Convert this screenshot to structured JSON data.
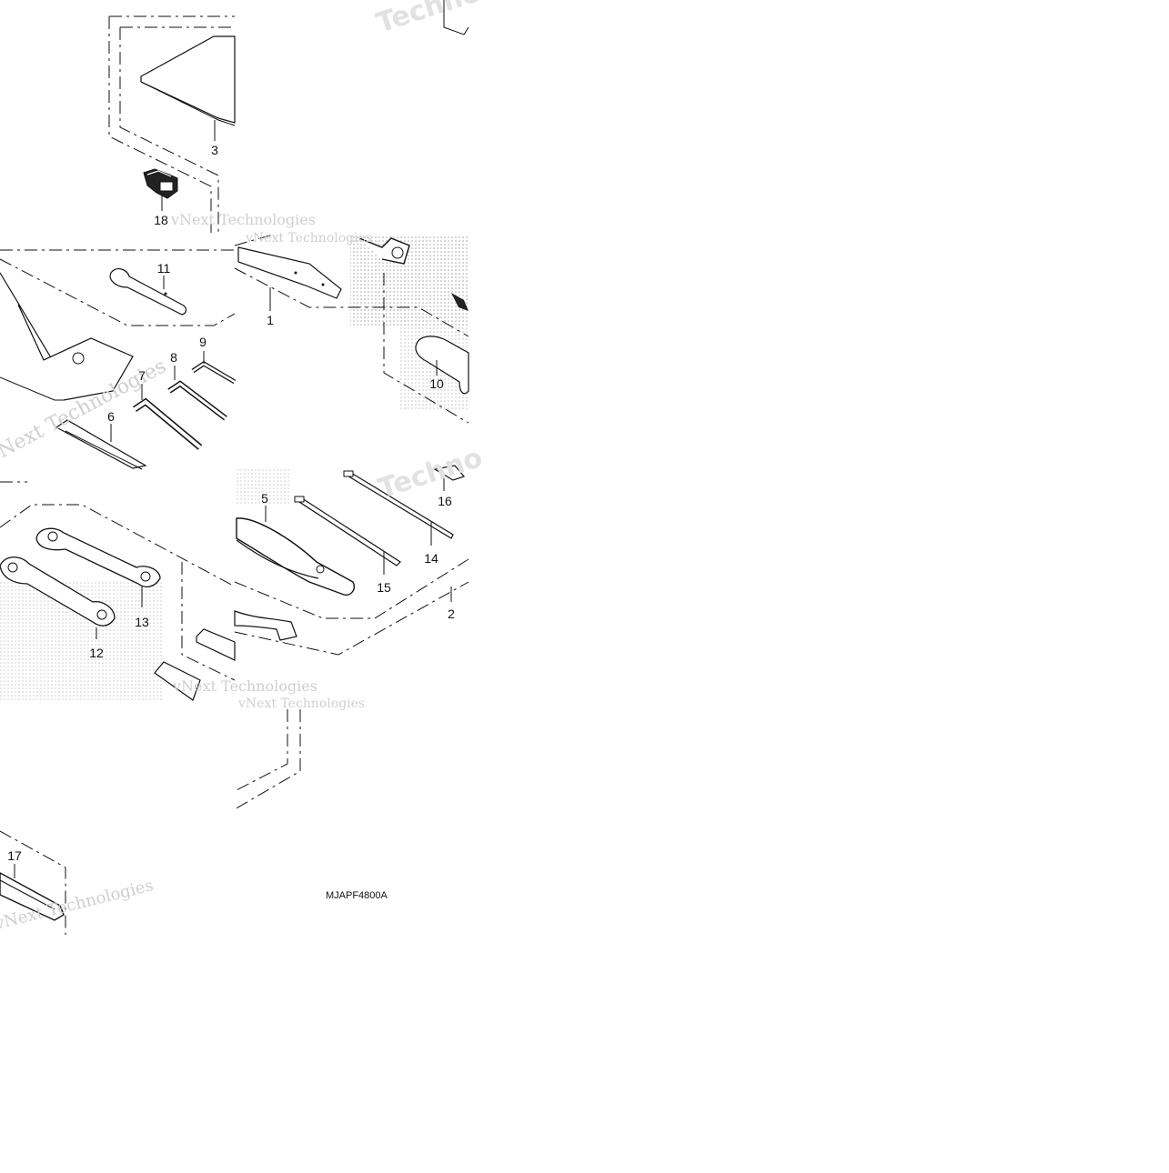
{
  "diagram": {
    "callouts": {
      "c1": "1",
      "c2": "2",
      "c3": "3",
      "c5": "5",
      "c6": "6",
      "c7": "7",
      "c8": "8",
      "c9": "9",
      "c10": "10",
      "c11": "11",
      "c12": "12",
      "c13": "13",
      "c14": "14",
      "c15": "15",
      "c16": "16",
      "c17": "17",
      "c18": "18"
    },
    "figure_code": "MJAPF4800A",
    "watermark": {
      "text_a": "vNext Technologies",
      "text_b": "Techno"
    }
  },
  "colors": {
    "line": "#111111",
    "dots": "#b5b5b5",
    "watermark": "#d8d8d8"
  }
}
